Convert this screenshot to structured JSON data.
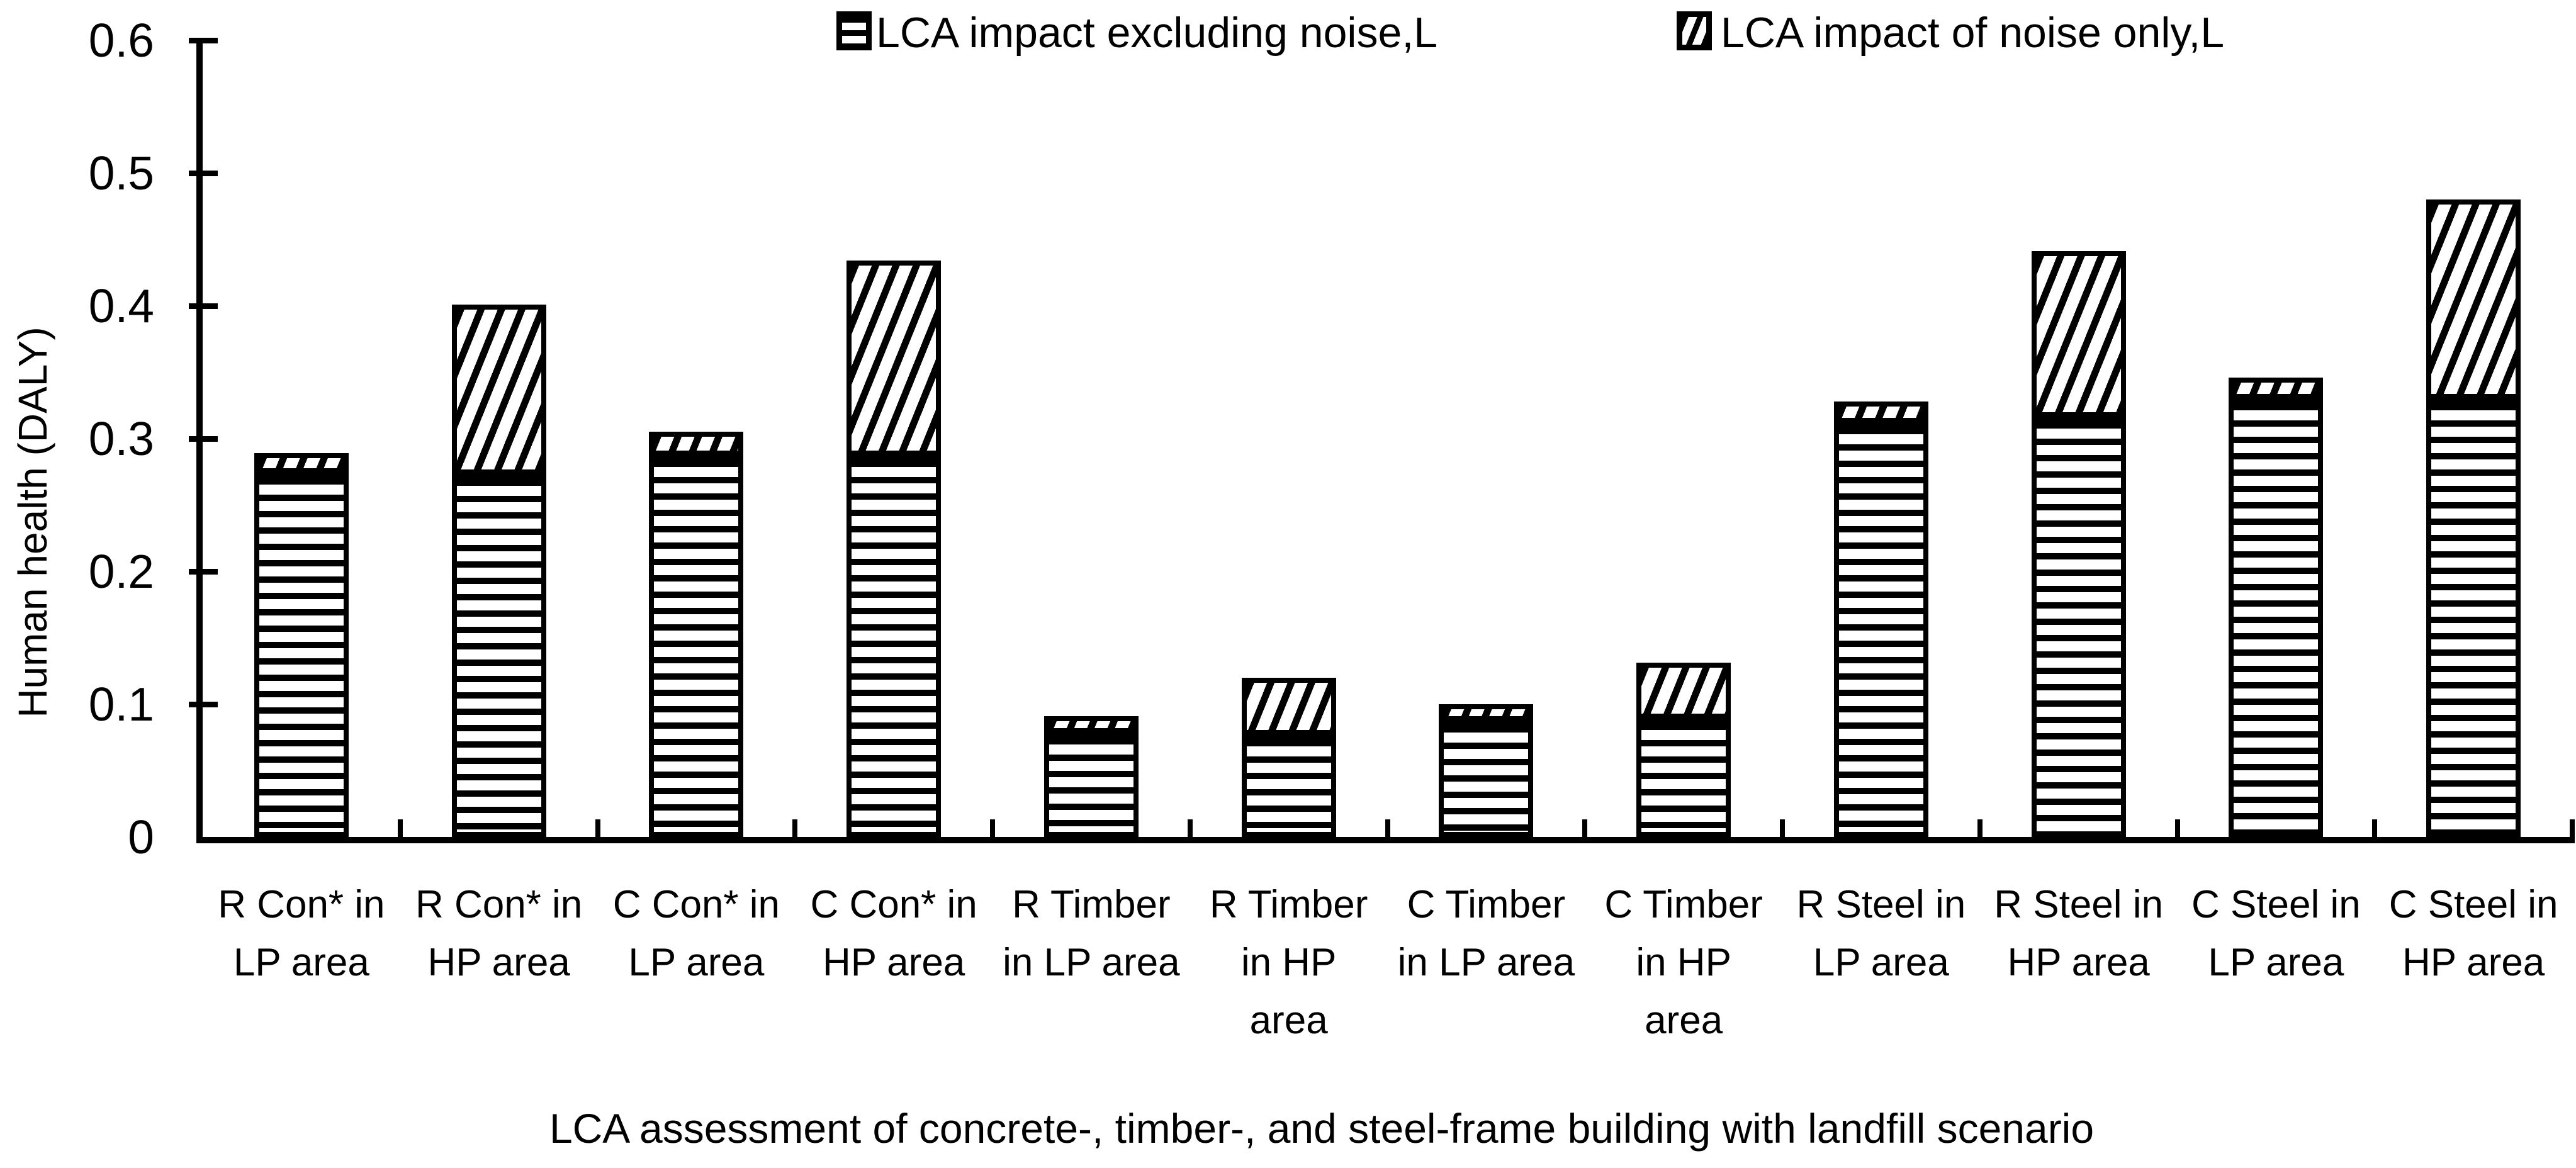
{
  "page": {
    "background_color": "#ffffff",
    "foreground_color": "#000000"
  },
  "chart_data": {
    "type": "bar",
    "stacked": true,
    "title": "",
    "xlabel": "LCA assessment of concrete-, timber-, and steel-frame building with landfill scenario",
    "ylabel": "Human health (DALY)",
    "ylim": [
      0,
      0.6
    ],
    "ytick_values": [
      0,
      0.1,
      0.2,
      0.3,
      0.4,
      0.5,
      0.6
    ],
    "ytick_labels": [
      "0",
      "0.1",
      "0.2",
      "0.3",
      "0.4",
      "0.5",
      "0.6"
    ],
    "grid": false,
    "legend_position": "top",
    "categories": [
      "R Con* in LP area",
      "R Con* in HP area",
      "C Con* in LP area",
      "C Con* in HP area",
      "R Timber in LP area",
      "R Timber in HP area",
      "C Timber in LP area",
      "C Timber in HP area",
      "R Steel in LP area",
      "R Steel in HP area",
      "C Steel in LP area",
      "C Steel in HP area"
    ],
    "category_label_lines": [
      [
        "R Con* in",
        "LP area"
      ],
      [
        "R Con* in",
        "HP area"
      ],
      [
        "C Con* in",
        "LP area"
      ],
      [
        "C Con* in",
        "HP area"
      ],
      [
        "R Timber",
        "in LP area"
      ],
      [
        "R Timber",
        "in HP",
        "area"
      ],
      [
        "C Timber",
        "in LP area"
      ],
      [
        "C Timber",
        "in HP",
        "area"
      ],
      [
        "R Steel in",
        "LP area"
      ],
      [
        "R Steel in",
        "HP area"
      ],
      [
        "C Steel in",
        "LP area"
      ],
      [
        "C Steel in",
        "HP area"
      ]
    ],
    "series": [
      {
        "name": "LCA impact excluding noise,L",
        "pattern": "horizontal-lines",
        "values": [
          0.274,
          0.273,
          0.287,
          0.287,
          0.078,
          0.077,
          0.087,
          0.089,
          0.312,
          0.316,
          0.33,
          0.33
        ]
      },
      {
        "name": "LCA impact of noise only,L",
        "pattern": "diagonal-hatch",
        "values": [
          0.015,
          0.128,
          0.018,
          0.147,
          0.013,
          0.043,
          0.013,
          0.042,
          0.016,
          0.125,
          0.016,
          0.15
        ]
      }
    ],
    "stacked_totals": [
      0.289,
      0.401,
      0.305,
      0.434,
      0.091,
      0.12,
      0.1,
      0.131,
      0.328,
      0.441,
      0.346,
      0.48
    ]
  }
}
